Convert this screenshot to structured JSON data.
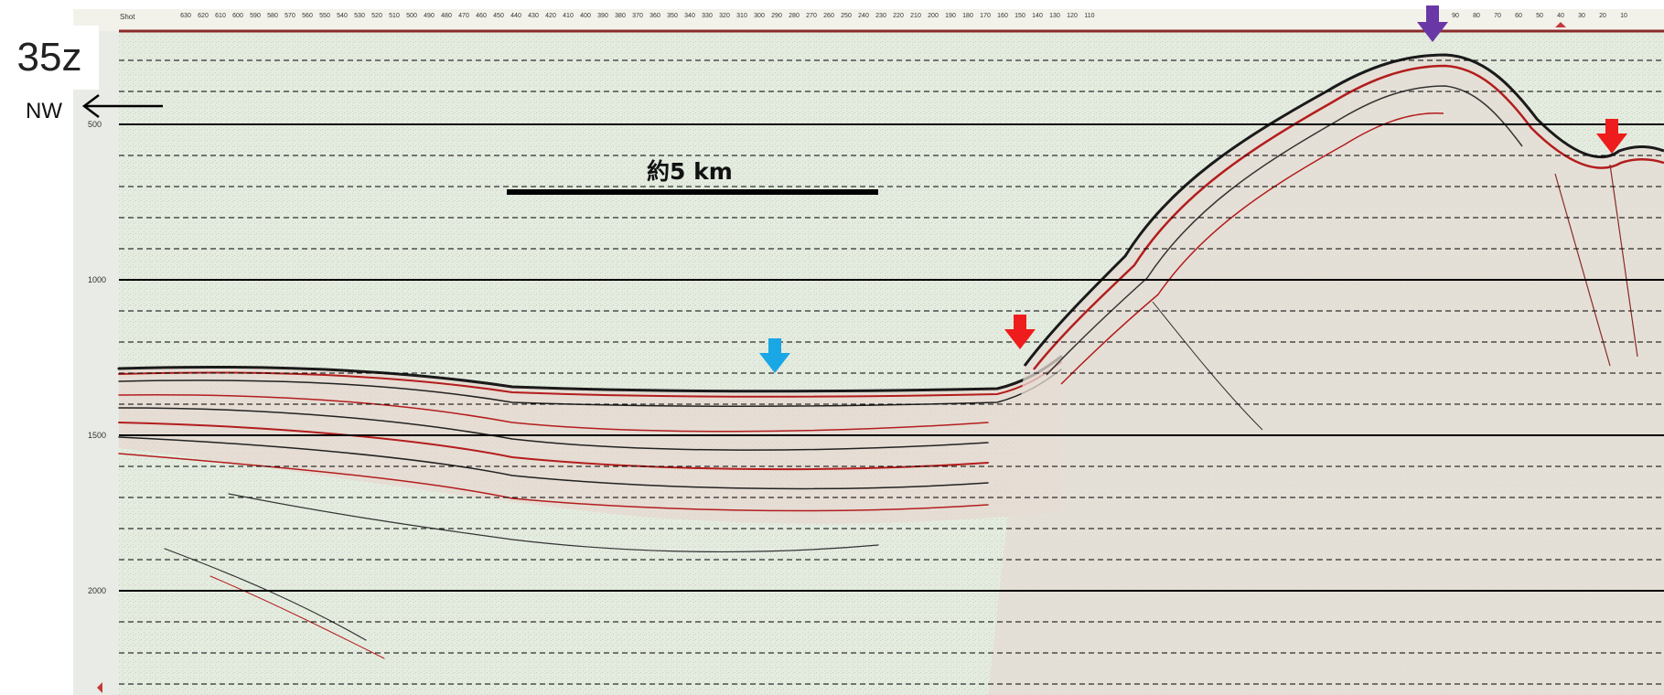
{
  "panel": {
    "line_id": "35z",
    "direction_label": "NW",
    "scale_bar_label": "約5 km"
  },
  "header": {
    "shot_label": "Shot",
    "shot_ticks": [
      "630",
      "620",
      "610",
      "600",
      "590",
      "580",
      "570",
      "560",
      "550",
      "540",
      "530",
      "520",
      "510",
      "500",
      "490",
      "480",
      "470",
      "460",
      "450",
      "440",
      "430",
      "420",
      "410",
      "400",
      "390",
      "380",
      "370",
      "360",
      "350",
      "340",
      "330",
      "320",
      "310",
      "300",
      "290",
      "280",
      "270",
      "260",
      "250",
      "240",
      "230",
      "220",
      "210",
      "200",
      "190",
      "180",
      "170",
      "160",
      "150",
      "140",
      "130",
      "120",
      "110",
      "90",
      "80",
      "70",
      "60",
      "50",
      "40",
      "30",
      "20",
      "10"
    ]
  },
  "depth_axis": {
    "labels": [
      "500",
      "1000",
      "1500",
      "2000"
    ]
  },
  "markers": [
    {
      "name": "blue-arrow",
      "color": "#1aa7e6"
    },
    {
      "name": "red-arrow-left",
      "color": "#ee1c1c"
    },
    {
      "name": "red-arrow-right",
      "color": "#ee1c1c"
    },
    {
      "name": "purple-arrow",
      "color": "#6a38a6"
    }
  ]
}
